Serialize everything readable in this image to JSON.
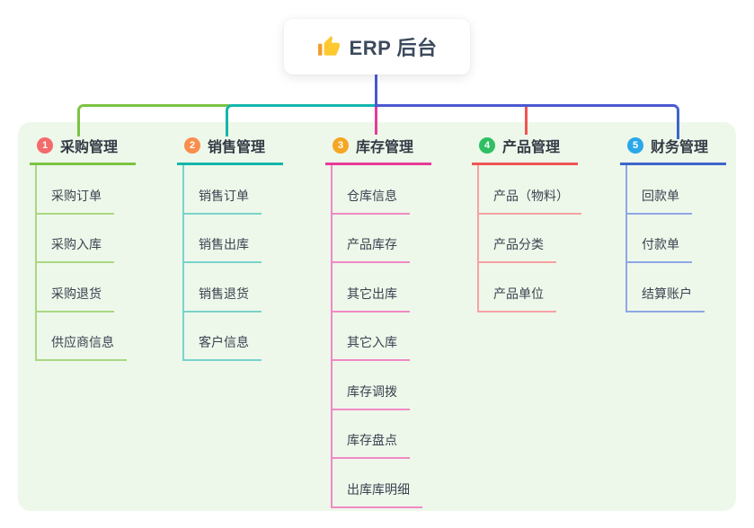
{
  "root": {
    "label": "ERP 后台",
    "icon": "thumbs-up-icon"
  },
  "colors": {
    "panel_bg": "#edf8ea",
    "trunk": "#4b58d0",
    "root_text": "#3c4a5c",
    "branches": [
      {
        "accent": "#7cc342",
        "child_line": "#a9d883",
        "badge": "#f56a6a"
      },
      {
        "accent": "#13b6ac",
        "child_line": "#79d3cb",
        "badge": "#f98e4e"
      },
      {
        "accent": "#e83a97",
        "child_line": "#f189c5",
        "badge": "#f5a623"
      },
      {
        "accent": "#f05455",
        "child_line": "#f7a1a4",
        "badge": "#2fbf62"
      },
      {
        "accent": "#3f64cc",
        "child_line": "#8fa7e6",
        "badge": "#2ba7ea"
      }
    ]
  },
  "branches": [
    {
      "badge": "1",
      "label": "采购管理",
      "items": [
        "采购订单",
        "采购入库",
        "采购退货",
        "供应商信息"
      ]
    },
    {
      "badge": "2",
      "label": "销售管理",
      "items": [
        "销售订单",
        "销售出库",
        "销售退货",
        "客户信息"
      ]
    },
    {
      "badge": "3",
      "label": "库存管理",
      "items": [
        "仓库信息",
        "产品库存",
        "其它出库",
        "其它入库",
        "库存调拨",
        "库存盘点",
        "出库库明细"
      ]
    },
    {
      "badge": "4",
      "label": "产品管理",
      "items": [
        "产品（物料）",
        "产品分类",
        "产品单位"
      ]
    },
    {
      "badge": "5",
      "label": "财务管理",
      "items": [
        "回款单",
        "付款单",
        "结算账户"
      ]
    }
  ]
}
